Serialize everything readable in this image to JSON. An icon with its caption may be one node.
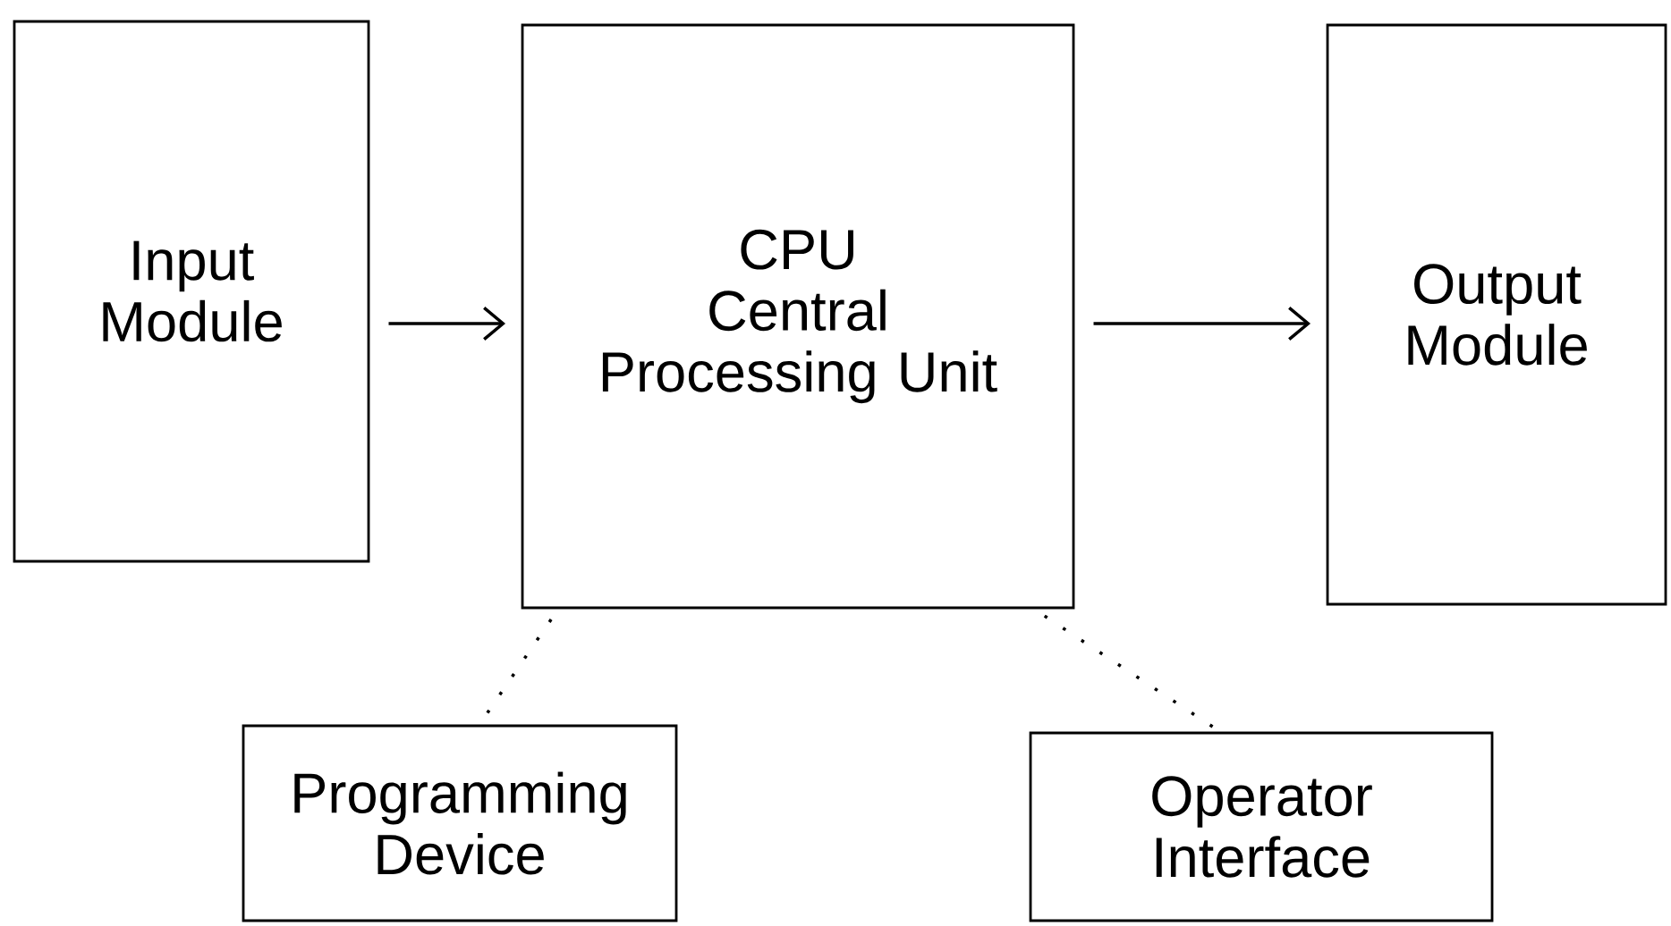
{
  "diagram": {
    "nodes": [
      {
        "text": [
          "Input Module"
        ]
      },
      {
        "text": [
          "CPU",
          "Central Processing Unit"
        ]
      },
      {
        "text": [
          "Output Module"
        ]
      },
      {
        "text": [
          "Programming Device"
        ]
      },
      {
        "text": [
          "Operator Interface"
        ]
      }
    ],
    "edges": [
      {
        "from": 0,
        "to": 1,
        "arrow": "to"
      },
      {
        "from": 1,
        "to": 2,
        "arrow": "to"
      },
      {
        "from": 1,
        "to": 3,
        "arrow": "none",
        "style": "dashed"
      },
      {
        "from": 1,
        "to": 4,
        "arrow": "none",
        "style": "dashed"
      }
    ]
  }
}
